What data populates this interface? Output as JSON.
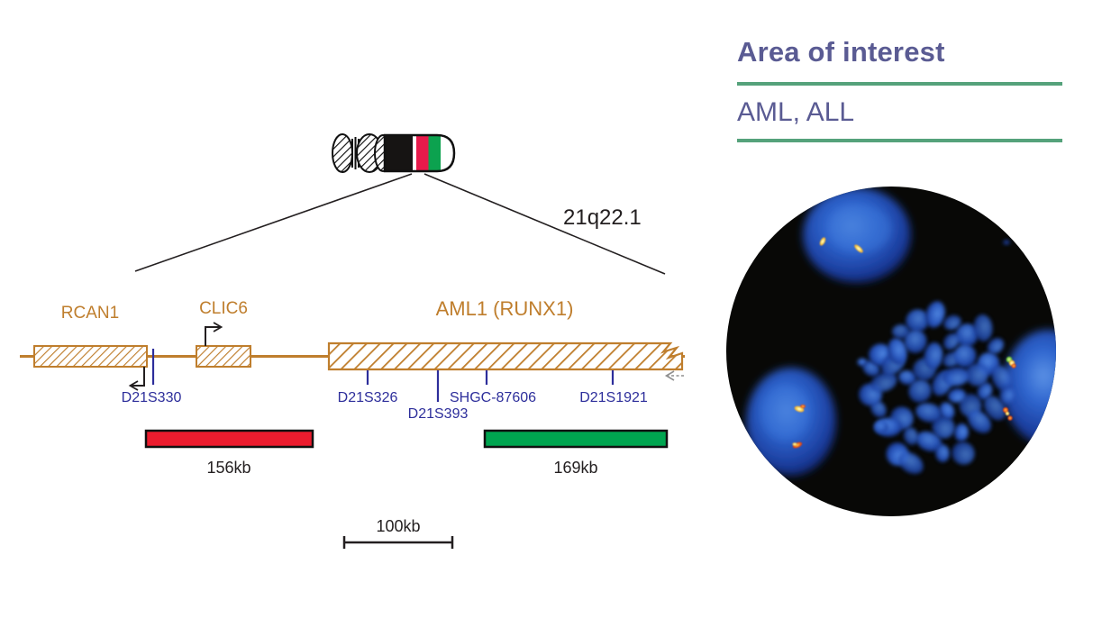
{
  "ideogram": {
    "band_label": "21q22.1"
  },
  "gene_map": {
    "genes": [
      {
        "name": "RCAN1"
      },
      {
        "name": "CLIC6"
      },
      {
        "name": "AML1 (RUNX1)"
      }
    ],
    "markers": [
      {
        "label": "D21S330"
      },
      {
        "label": "D21S326"
      },
      {
        "label": "D21S393"
      },
      {
        "label": "SHGC-87606"
      },
      {
        "label": "D21S1921"
      }
    ],
    "probes": [
      {
        "label": "156kb",
        "color": "#ec1c2e"
      },
      {
        "label": "169kb",
        "color": "#00a550"
      }
    ],
    "scale_label": "100kb"
  },
  "panel": {
    "heading": "Area of interest",
    "subheading": "AML, ALL"
  },
  "theme": {
    "gene_color": "#bf7e2d",
    "marker_color": "#2d2e9b",
    "heading_color": "#5a5b93",
    "rule_color": "#55a27b",
    "ideo_red": "#e81a4b",
    "ideo_green": "#0ca24f",
    "probe_red": "#ec1c2e",
    "probe_green": "#00a550",
    "ink": "#231f20",
    "fish_bg": "#080806",
    "nucleus_blue": "#2a5cc0",
    "signal_yellow": "#ffe96a",
    "signal_red": "#e8401c"
  }
}
